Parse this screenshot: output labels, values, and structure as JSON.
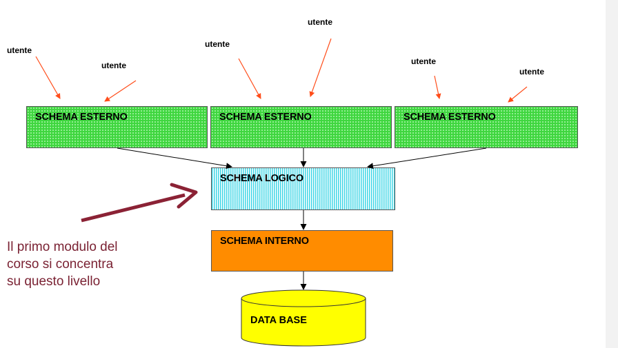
{
  "users": [
    {
      "label": "utente"
    },
    {
      "label": "utente"
    },
    {
      "label": "utente"
    },
    {
      "label": "utente"
    },
    {
      "label": "utente"
    },
    {
      "label": "utente"
    }
  ],
  "external_schemas": [
    {
      "label": "SCHEMA ESTERNO"
    },
    {
      "label": "SCHEMA ESTERNO"
    },
    {
      "label": "SCHEMA ESTERNO"
    }
  ],
  "logical_schema": {
    "label": "SCHEMA LOGICO"
  },
  "internal_schema": {
    "label": "SCHEMA INTERNO"
  },
  "database": {
    "label": "DATA BASE"
  },
  "note": {
    "lines": [
      "Il primo modulo del",
      "corso si concentra",
      "su questo livello"
    ]
  },
  "colors": {
    "user_arrow": "#ff4d1a",
    "external_schema": "#3ed63e",
    "logical_schema": "#9ef2f6",
    "internal_schema": "#ff8c00",
    "database": "#ffff00",
    "note_text": "#7a2233",
    "note_arrow": "#8b2235"
  }
}
